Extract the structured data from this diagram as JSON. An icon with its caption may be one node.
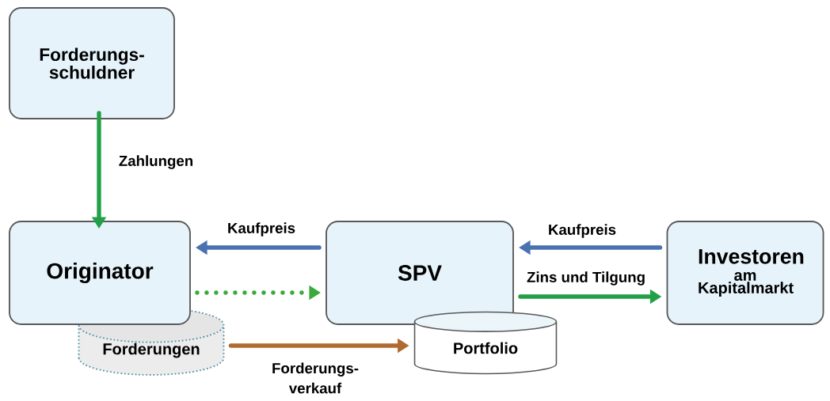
{
  "diagram": {
    "nodes": [
      {
        "text": [
          "Forderungs- schuldner"
        ]
      },
      {
        "text": [
          "Originator"
        ]
      },
      {
        "text": [
          "SPV"
        ]
      },
      {
        "text": [
          "Investoren",
          "am Kapitalmarkt"
        ]
      },
      {
        "text": [
          "Forderungen"
        ]
      },
      {
        "text": [
          "Portfolio"
        ]
      }
    ],
    "edges": [
      {
        "from": 0,
        "to": 1,
        "arrow": "to",
        "label": "Zahlungen",
        "color": "#22a048"
      },
      {
        "from": 2,
        "to": 1,
        "arrow": "to",
        "label": "Kaufpreis",
        "color": "#4a72b0"
      },
      {
        "from": 1,
        "to": 2,
        "arrow": "to",
        "style": "dashed",
        "color": "#3aaa3a"
      },
      {
        "from": 3,
        "to": 2,
        "arrow": "to",
        "label": "Kaufpreis",
        "color": "#4a72b0"
      },
      {
        "from": 2,
        "to": 3,
        "arrow": "to",
        "label": "Zins und Tilgung",
        "color": "#22a048"
      },
      {
        "from": 4,
        "to": 5,
        "arrow": "to",
        "label": "Forderungs- verkauf",
        "color": "#b06a30"
      }
    ]
  }
}
